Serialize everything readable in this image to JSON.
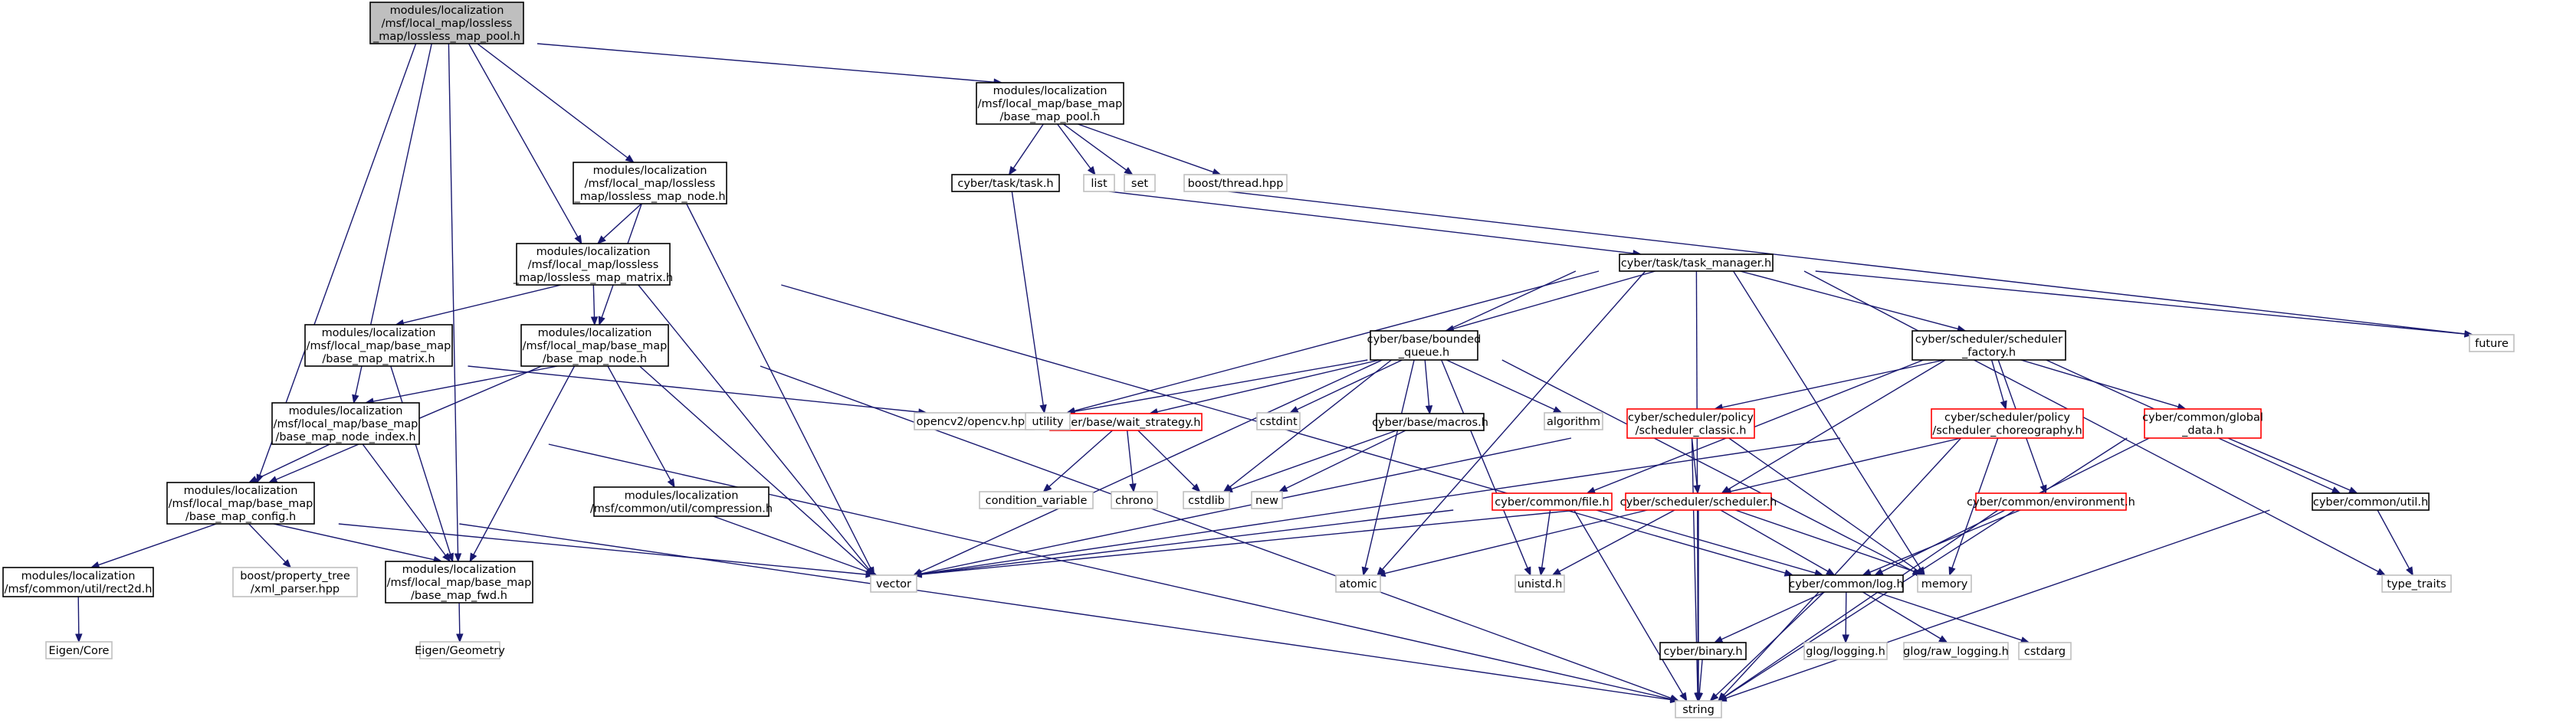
{
  "diagram": {
    "type": "include-dependency-graph",
    "colors": {
      "edge": "#191970",
      "root_fill": "#bfbfbf",
      "documented_border": "#000000",
      "external_border": "#bfbfbf",
      "truncated_border": "#ff0000",
      "text": "#000000"
    },
    "nodes": [
      {
        "id": "root",
        "lines": [
          "modules/localization",
          "/msf/local_map/lossless",
          "_map/lossless_map_pool.h"
        ],
        "kind": "root"
      },
      {
        "id": "base_map_pool",
        "lines": [
          "modules/localization",
          "/msf/local_map/base_map",
          "/base_map_pool.h"
        ],
        "kind": "documented"
      },
      {
        "id": "lossless_map_node",
        "lines": [
          "modules/localization",
          "/msf/local_map/lossless",
          "_map/lossless_map_node.h"
        ],
        "kind": "documented"
      },
      {
        "id": "lossless_map_matrix",
        "lines": [
          "modules/localization",
          "/msf/local_map/lossless",
          "_map/lossless_map_matrix.h"
        ],
        "kind": "documented"
      },
      {
        "id": "base_map_matrix",
        "lines": [
          "modules/localization",
          "/msf/local_map/base_map",
          "/base_map_matrix.h"
        ],
        "kind": "documented"
      },
      {
        "id": "base_map_node",
        "lines": [
          "modules/localization",
          "/msf/local_map/base_map",
          "/base_map_node.h"
        ],
        "kind": "documented"
      },
      {
        "id": "base_map_node_index",
        "lines": [
          "modules/localization",
          "/msf/local_map/base_map",
          "/base_map_node_index.h"
        ],
        "kind": "documented"
      },
      {
        "id": "base_map_config",
        "lines": [
          "modules/localization",
          "/msf/local_map/base_map",
          "/base_map_config.h"
        ],
        "kind": "documented"
      },
      {
        "id": "rect2d",
        "lines": [
          "modules/localization",
          "/msf/common/util/rect2d.h"
        ],
        "kind": "documented"
      },
      {
        "id": "base_map_fwd",
        "lines": [
          "modules/localization",
          "/msf/local_map/base_map",
          "/base_map_fwd.h"
        ],
        "kind": "documented"
      },
      {
        "id": "compression",
        "lines": [
          "modules/localization",
          "/msf/common/util/compression.h"
        ],
        "kind": "documented"
      },
      {
        "id": "task",
        "lines": [
          "cyber/task/task.h"
        ],
        "kind": "documented"
      },
      {
        "id": "task_manager",
        "lines": [
          "cyber/task/task_manager.h"
        ],
        "kind": "documented"
      },
      {
        "id": "bounded_queue",
        "lines": [
          "cyber/base/bounded",
          "_queue.h"
        ],
        "kind": "documented"
      },
      {
        "id": "macros",
        "lines": [
          "cyber/base/macros.h"
        ],
        "kind": "documented"
      },
      {
        "id": "wait_strategy",
        "lines": [
          "cyber/base/wait_strategy.h"
        ],
        "kind": "truncated"
      },
      {
        "id": "scheduler_factory",
        "lines": [
          "cyber/scheduler/scheduler",
          "_factory.h"
        ],
        "kind": "documented"
      },
      {
        "id": "scheduler_classic",
        "lines": [
          "cyber/scheduler/policy",
          "/scheduler_classic.h"
        ],
        "kind": "truncated"
      },
      {
        "id": "scheduler_choreography",
        "lines": [
          "cyber/scheduler/policy",
          "/scheduler_choreography.h"
        ],
        "kind": "truncated"
      },
      {
        "id": "global_data",
        "lines": [
          "cyber/common/global",
          "_data.h"
        ],
        "kind": "truncated"
      },
      {
        "id": "common_util",
        "lines": [
          "cyber/common/util.h"
        ],
        "kind": "documented"
      },
      {
        "id": "common_file",
        "lines": [
          "cyber/common/file.h"
        ],
        "kind": "truncated"
      },
      {
        "id": "scheduler",
        "lines": [
          "cyber/scheduler/scheduler.h"
        ],
        "kind": "truncated"
      },
      {
        "id": "environment",
        "lines": [
          "cyber/common/environment.h"
        ],
        "kind": "truncated"
      },
      {
        "id": "log",
        "lines": [
          "cyber/common/log.h"
        ],
        "kind": "documented"
      },
      {
        "id": "binary",
        "lines": [
          "cyber/binary.h"
        ],
        "kind": "documented"
      },
      {
        "id": "opencv",
        "lines": [
          "opencv2/opencv.hpp"
        ],
        "kind": "external"
      },
      {
        "id": "property_tree",
        "lines": [
          "boost/property_tree",
          "/xml_parser.hpp"
        ],
        "kind": "external"
      },
      {
        "id": "eigen_core",
        "lines": [
          "Eigen/Core"
        ],
        "kind": "external"
      },
      {
        "id": "eigen_geometry",
        "lines": [
          "Eigen/Geometry"
        ],
        "kind": "external"
      },
      {
        "id": "list",
        "lines": [
          "list"
        ],
        "kind": "external"
      },
      {
        "id": "set",
        "lines": [
          "set"
        ],
        "kind": "external"
      },
      {
        "id": "boost_thread",
        "lines": [
          "boost/thread.hpp"
        ],
        "kind": "external"
      },
      {
        "id": "future",
        "lines": [
          "future"
        ],
        "kind": "external"
      },
      {
        "id": "utility",
        "lines": [
          "utility"
        ],
        "kind": "external"
      },
      {
        "id": "cstdint",
        "lines": [
          "cstdint"
        ],
        "kind": "external"
      },
      {
        "id": "algorithm",
        "lines": [
          "algorithm"
        ],
        "kind": "external"
      },
      {
        "id": "condition_variable",
        "lines": [
          "condition_variable"
        ],
        "kind": "external"
      },
      {
        "id": "chrono",
        "lines": [
          "chrono"
        ],
        "kind": "external"
      },
      {
        "id": "cstdlib",
        "lines": [
          "cstdlib"
        ],
        "kind": "external"
      },
      {
        "id": "new",
        "lines": [
          "new"
        ],
        "kind": "external"
      },
      {
        "id": "vector",
        "lines": [
          "vector"
        ],
        "kind": "external"
      },
      {
        "id": "atomic",
        "lines": [
          "atomic"
        ],
        "kind": "external"
      },
      {
        "id": "unistd",
        "lines": [
          "unistd.h"
        ],
        "kind": "external"
      },
      {
        "id": "memory",
        "lines": [
          "memory"
        ],
        "kind": "external"
      },
      {
        "id": "type_traits",
        "lines": [
          "type_traits"
        ],
        "kind": "external"
      },
      {
        "id": "glog_logging",
        "lines": [
          "glog/logging.h"
        ],
        "kind": "external"
      },
      {
        "id": "glog_raw",
        "lines": [
          "glog/raw_logging.h"
        ],
        "kind": "external"
      },
      {
        "id": "cstdarg",
        "lines": [
          "cstdarg"
        ],
        "kind": "external"
      },
      {
        "id": "string",
        "lines": [
          "string"
        ],
        "kind": "external"
      }
    ],
    "edges": [
      [
        "root",
        "base_map_pool"
      ],
      [
        "root",
        "lossless_map_node"
      ],
      [
        "root",
        "lossless_map_matrix"
      ],
      [
        "root",
        "base_map_node_index"
      ],
      [
        "root",
        "base_map_config"
      ],
      [
        "root",
        "base_map_fwd"
      ],
      [
        "base_map_pool",
        "task"
      ],
      [
        "base_map_pool",
        "list"
      ],
      [
        "base_map_pool",
        "set"
      ],
      [
        "base_map_pool",
        "boost_thread"
      ],
      [
        "lossless_map_node",
        "lossless_map_matrix"
      ],
      [
        "lossless_map_node",
        "base_map_node"
      ],
      [
        "lossless_map_node",
        "vector"
      ],
      [
        "lossless_map_matrix",
        "base_map_matrix"
      ],
      [
        "lossless_map_matrix",
        "base_map_node"
      ],
      [
        "lossless_map_matrix",
        "vector"
      ],
      [
        "lossless_map_matrix",
        "log"
      ],
      [
        "base_map_matrix",
        "opencv"
      ],
      [
        "base_map_matrix",
        "base_map_fwd"
      ],
      [
        "base_map_node",
        "base_map_node_index"
      ],
      [
        "base_map_node",
        "base_map_config"
      ],
      [
        "base_map_node",
        "base_map_fwd"
      ],
      [
        "base_map_node",
        "compression"
      ],
      [
        "base_map_node",
        "vector"
      ],
      [
        "base_map_node",
        "string"
      ],
      [
        "base_map_node_index",
        "base_map_config"
      ],
      [
        "base_map_node_index",
        "base_map_fwd"
      ],
      [
        "base_map_node_index",
        "string"
      ],
      [
        "base_map_config",
        "rect2d"
      ],
      [
        "base_map_config",
        "property_tree"
      ],
      [
        "base_map_config",
        "base_map_fwd"
      ],
      [
        "base_map_config",
        "vector"
      ],
      [
        "base_map_config",
        "string"
      ],
      [
        "rect2d",
        "eigen_core"
      ],
      [
        "base_map_fwd",
        "eigen_geometry"
      ],
      [
        "compression",
        "vector"
      ],
      [
        "task",
        "task_manager"
      ],
      [
        "task",
        "utility"
      ],
      [
        "task",
        "future"
      ],
      [
        "task_manager",
        "bounded_queue"
      ],
      [
        "task_manager",
        "scheduler_factory"
      ],
      [
        "task_manager",
        "utility"
      ],
      [
        "task_manager",
        "vector"
      ],
      [
        "task_manager",
        "atomic"
      ],
      [
        "task_manager",
        "memory"
      ],
      [
        "task_manager",
        "type_traits"
      ],
      [
        "task_manager",
        "future"
      ],
      [
        "task_manager",
        "string"
      ],
      [
        "bounded_queue",
        "macros"
      ],
      [
        "bounded_queue",
        "wait_strategy"
      ],
      [
        "bounded_queue",
        "utility"
      ],
      [
        "bounded_queue",
        "cstdint"
      ],
      [
        "bounded_queue",
        "algorithm"
      ],
      [
        "bounded_queue",
        "cstdlib"
      ],
      [
        "bounded_queue",
        "atomic"
      ],
      [
        "bounded_queue",
        "unistd"
      ],
      [
        "bounded_queue",
        "memory"
      ],
      [
        "macros",
        "cstdlib"
      ],
      [
        "macros",
        "new"
      ],
      [
        "wait_strategy",
        "condition_variable"
      ],
      [
        "wait_strategy",
        "chrono"
      ],
      [
        "wait_strategy",
        "cstdlib"
      ],
      [
        "scheduler_factory",
        "scheduler_classic"
      ],
      [
        "scheduler_factory",
        "scheduler_choreography"
      ],
      [
        "scheduler_factory",
        "global_data"
      ],
      [
        "scheduler_factory",
        "common_util"
      ],
      [
        "scheduler_factory",
        "common_file"
      ],
      [
        "scheduler_factory",
        "scheduler"
      ],
      [
        "scheduler_factory",
        "environment"
      ],
      [
        "scheduler_classic",
        "scheduler"
      ],
      [
        "scheduler_classic",
        "vector"
      ],
      [
        "scheduler_classic",
        "memory"
      ],
      [
        "scheduler_classic",
        "string"
      ],
      [
        "scheduler_choreography",
        "scheduler"
      ],
      [
        "scheduler_choreography",
        "vector"
      ],
      [
        "scheduler_choreography",
        "memory"
      ],
      [
        "scheduler_choreography",
        "string"
      ],
      [
        "global_data",
        "common_util"
      ],
      [
        "global_data",
        "log"
      ],
      [
        "global_data",
        "string"
      ],
      [
        "common_util",
        "type_traits"
      ],
      [
        "common_util",
        "string"
      ],
      [
        "common_file",
        "log"
      ],
      [
        "common_file",
        "vector"
      ],
      [
        "common_file",
        "unistd"
      ],
      [
        "common_file",
        "string"
      ],
      [
        "scheduler",
        "log"
      ],
      [
        "scheduler",
        "vector"
      ],
      [
        "scheduler",
        "atomic"
      ],
      [
        "scheduler",
        "unistd"
      ],
      [
        "scheduler",
        "memory"
      ],
      [
        "scheduler",
        "string"
      ],
      [
        "environment",
        "log"
      ],
      [
        "environment",
        "string"
      ],
      [
        "log",
        "binary"
      ],
      [
        "log",
        "glog_logging"
      ],
      [
        "log",
        "glog_raw"
      ],
      [
        "log",
        "cstdarg"
      ],
      [
        "log",
        "string"
      ],
      [
        "binary",
        "string"
      ]
    ]
  }
}
